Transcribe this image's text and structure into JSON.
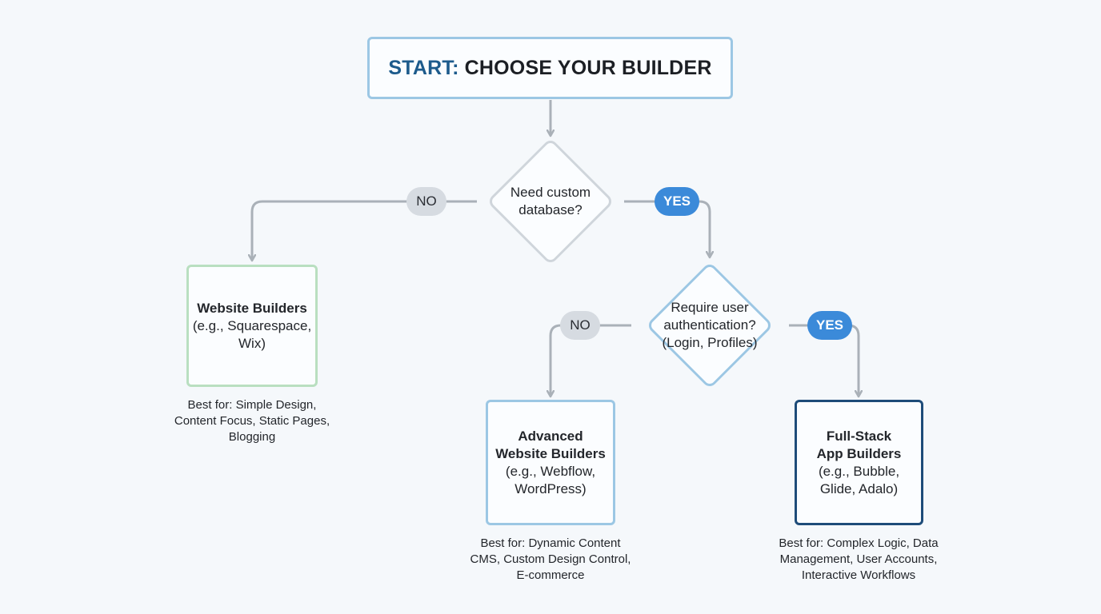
{
  "start": {
    "lead": "START:",
    "rest": "CHOOSE YOUR BUILDER"
  },
  "decisions": {
    "database": {
      "lines": [
        "Need custom",
        "database?"
      ],
      "no": "NO",
      "yes": "YES"
    },
    "auth": {
      "lines": [
        "Require user",
        "authentication?",
        "(Login, Profiles)"
      ],
      "no": "NO",
      "yes": "YES"
    }
  },
  "results": {
    "website_builders": {
      "title_lines": [
        "Website Builders"
      ],
      "example_lines": [
        "(e.g., Squarespace,",
        "Wix)"
      ],
      "caption_lines": [
        "Best for: Simple Design,",
        "Content Focus, Static Pages,",
        "Blogging"
      ]
    },
    "advanced_builders": {
      "title_lines": [
        "Advanced",
        "Website Builders"
      ],
      "example_lines": [
        "(e.g., Webflow,",
        "WordPress)"
      ],
      "caption_lines": [
        "Best for: Dynamic Content",
        "CMS, Custom Design Control,",
        "E-commerce"
      ]
    },
    "fullstack_builders": {
      "title_lines": [
        "Full-Stack",
        "App Builders"
      ],
      "example_lines": [
        "(e.g., Bubble,",
        "Glide, Adalo)"
      ],
      "caption_lines": [
        "Best for: Complex Logic, Data",
        "Management, User Accounts,",
        "Interactive Workflows"
      ]
    }
  },
  "colors": {
    "background": "#f5f8fb",
    "connector": "#aab1b8",
    "start_border": "#9cc7e4",
    "start_lead": "#1d5b8c",
    "database_diamond": "#cfd5db",
    "auth_diamond": "#9cc7e4",
    "website_border": "#b9dfc0",
    "advanced_border": "#9cc7e4",
    "fullstack_border": "#1e4c79",
    "yes_pill": "#3b8ad9",
    "no_pill": "#d6dbe1"
  }
}
